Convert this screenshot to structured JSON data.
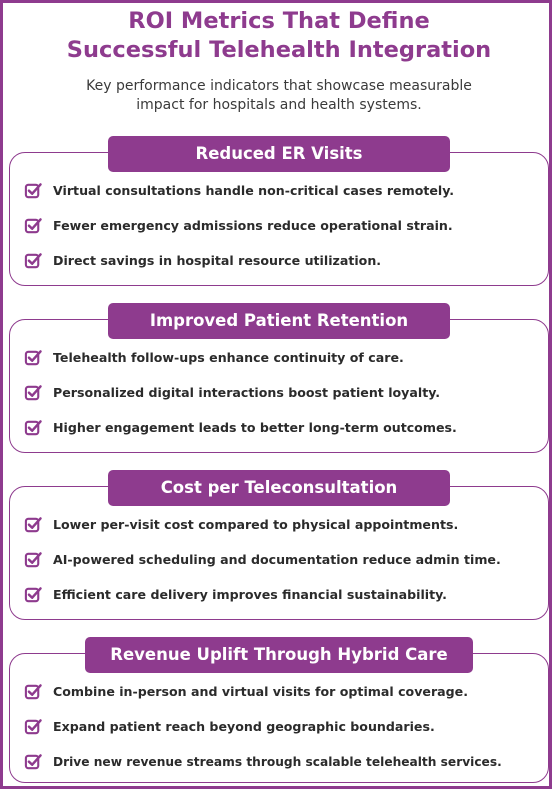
{
  "header": {
    "title_line1": "ROI Metrics That Define",
    "title_line2": "Successful Telehealth Integration",
    "subtitle_line1": "Key performance indicators that showcase measurable",
    "subtitle_line2": "impact for hospitals and health systems."
  },
  "colors": {
    "accent": "#8e3b8e",
    "text": "#2b2b2b"
  },
  "sections": [
    {
      "title": "Reduced ER Visits",
      "items": [
        "Virtual consultations handle non-critical cases remotely.",
        "Fewer emergency admissions reduce operational strain.",
        "Direct savings in hospital resource utilization."
      ]
    },
    {
      "title": "Improved Patient Retention",
      "items": [
        "Telehealth follow-ups enhance continuity of care.",
        "Personalized digital interactions boost patient loyalty.",
        "Higher engagement leads to better long-term outcomes."
      ]
    },
    {
      "title": "Cost per Teleconsultation",
      "items": [
        "Lower per-visit cost compared to physical appointments.",
        "AI-powered scheduling and documentation reduce admin time.",
        "Efficient care delivery improves financial sustainability."
      ]
    },
    {
      "title": "Revenue Uplift Through Hybrid Care",
      "items": [
        "Combine in-person and virtual visits for optimal coverage.",
        "Expand patient reach beyond geographic boundaries.",
        "Drive new revenue streams through scalable telehealth services."
      ]
    }
  ],
  "icons": {
    "bullet": "checkbox-check-icon"
  }
}
